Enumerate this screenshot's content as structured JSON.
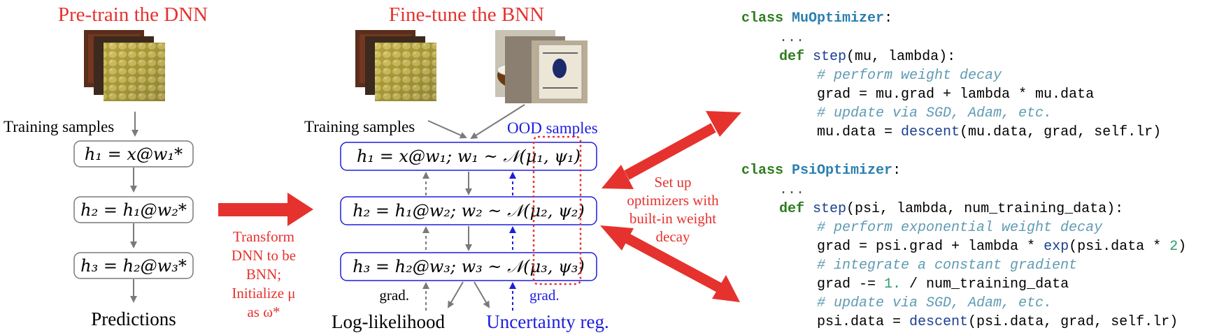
{
  "colors": {
    "red": "#e5322e",
    "blue": "#1d1de0",
    "gray": "#7a7a7a",
    "kw": "#2e7d1e",
    "cls": "#2b7fb0",
    "comment": "#5f9bb3",
    "num": "#2e9e6e"
  },
  "left_panel": {
    "title": "Pre-train the DNN",
    "training_label": "Training samples",
    "layers": [
      "h₁ = x@w₁*",
      "h₂ = h₁@w₂*",
      "h₃ = h₂@w₃*"
    ],
    "output_label": "Predictions"
  },
  "transform_label": [
    "Transform",
    "DNN to be",
    "BNN;",
    "Initialize μ",
    "as ω*"
  ],
  "middle_panel": {
    "title": "Fine-tune the BNN",
    "training_label": "Training samples",
    "ood_label": "OOD samples",
    "layers": [
      "h₁ = x@w₁;   w₁ ~ 𝒩(μ₁, ψ₁)",
      "h₂ = h₁@w₂; w₂ ~ 𝒩(μ₂, ψ₂)",
      "h₃ = h₂@w₃; w₃ ~ 𝒩(μ₃, ψ₃)"
    ],
    "grad_left": "grad.",
    "grad_right": "grad.",
    "loglik_label": "Log-likelihood",
    "unc_label": "Uncertainty reg."
  },
  "setup_label": [
    "Set up",
    "optimizers with",
    "built-in weight",
    "decay"
  ],
  "code": {
    "mu_class": "MuOptimizer",
    "mu_def": "step",
    "mu_params": "(mu, lambda):",
    "mu_comment1": "# perform weight decay",
    "mu_line1": "grad = mu.grad + lambda * mu.data",
    "mu_comment2": "# update via SGD, Adam, etc.",
    "mu_line2_fn": "descent",
    "mu_line2_pre": "mu.data = ",
    "mu_line2_post": "(mu.data, grad, self.lr)",
    "psi_class": "PsiOptimizer",
    "psi_def": "step",
    "psi_params": "(psi, lambda, num_training_data):",
    "psi_comment1": "# perform exponential weight decay",
    "psi_line1_pre": "grad = psi.grad + lambda * ",
    "psi_line1_fn": "exp",
    "psi_line1_mid": "(psi.data * ",
    "psi_line1_num": "2",
    "psi_line1_post": ")",
    "psi_comment2": "# integrate a constant gradient",
    "psi_line2_pre": "grad -= ",
    "psi_line2_num": "1.",
    "psi_line2_post": " / num_training_data",
    "psi_comment3": "# update via SGD, Adam, etc.",
    "psi_line3_pre": "psi.data = ",
    "psi_line3_fn": "descent",
    "psi_line3_post": "(psi.data, grad, self.lr)",
    "keyword_class": "class",
    "keyword_def": "def",
    "ellipsis": "..."
  }
}
